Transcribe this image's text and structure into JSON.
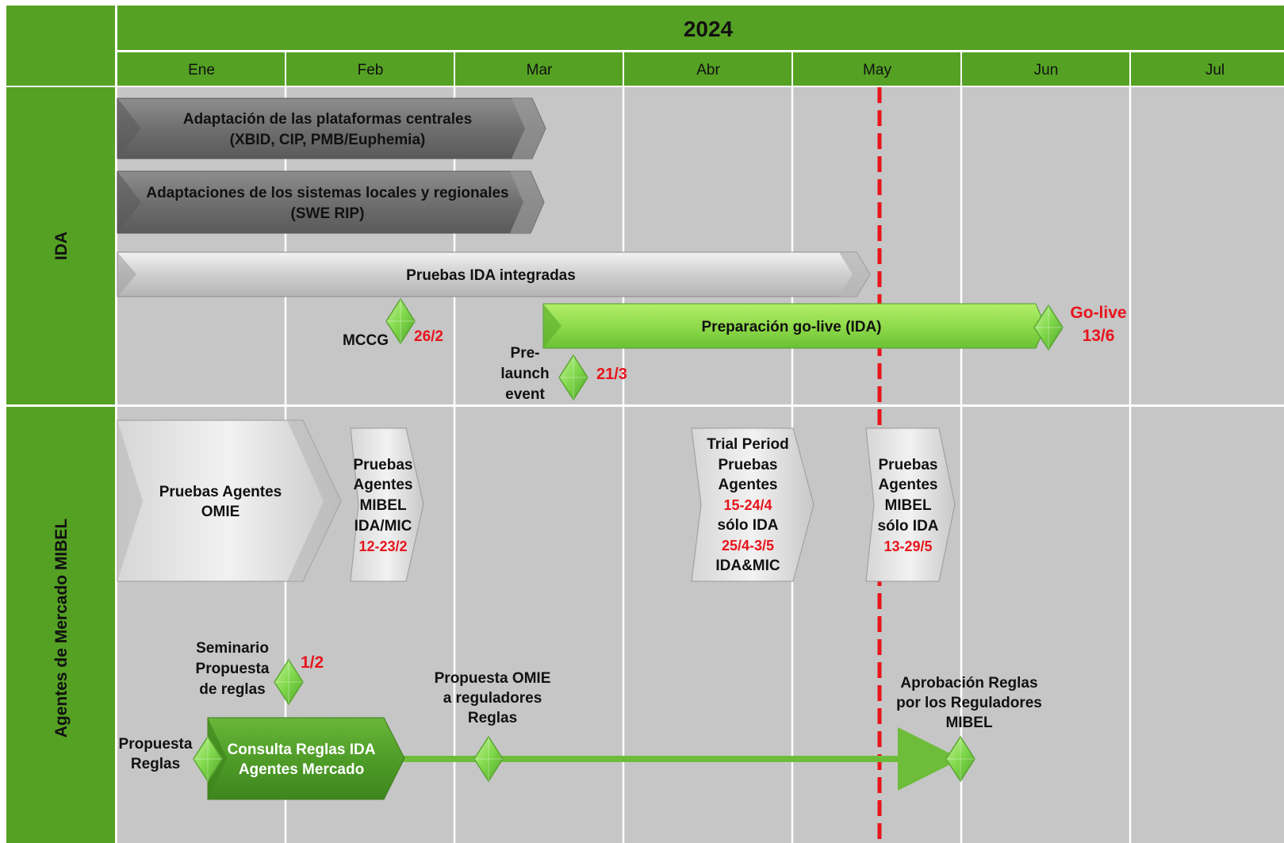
{
  "colors": {
    "header_green": "#55a124",
    "panel_bg": "#c6c6c6",
    "grid_line": "#ffffff",
    "today_line": "#e8141c",
    "accent_red": "#e8141c",
    "milestone_green": "#7fd74a",
    "text_dark": "#111111"
  },
  "header": {
    "year": "2024",
    "months": [
      "Ene",
      "Feb",
      "Mar",
      "Abr",
      "May",
      "Jun",
      "Jul"
    ]
  },
  "sections": {
    "ida": "IDA",
    "mibel": "Agentes de Mercado MIBEL"
  },
  "bars": {
    "central": [
      "Adaptación de las plataformas centrales",
      "(XBID, CIP, PMB/Euphemia)"
    ],
    "local": [
      "Adaptaciones de los sistemas locales y regionales",
      "(SWE RIP)"
    ],
    "integradas": "Pruebas IDA integradas",
    "golive_prep": "Preparación go-live (IDA)",
    "consulta": [
      "Consulta Reglas IDA",
      "Agentes Mercado"
    ]
  },
  "chevrons": {
    "omie": [
      "Pruebas Agentes",
      "OMIE"
    ],
    "mibel1": {
      "lines": [
        "Pruebas",
        "Agentes",
        "MIBEL",
        "IDA/MIC"
      ],
      "date": "12-23/2"
    },
    "trial": {
      "l1": "Trial Period",
      "l2": "Pruebas",
      "l3": "Agentes",
      "d1": "15-24/4",
      "l5": "sólo IDA",
      "d2": "25/4-3/5",
      "l7": "IDA&MIC"
    },
    "mibel2": {
      "lines": [
        "Pruebas",
        "Agentes",
        "MIBEL",
        "sólo IDA"
      ],
      "date": "13-29/5"
    }
  },
  "milestones": {
    "mccg": {
      "label": "MCCG",
      "date": "26/2"
    },
    "prelaunch": {
      "label": [
        "Pre-",
        "launch",
        "event"
      ],
      "date": "21/3"
    },
    "golive": {
      "label": "Go-live",
      "date": "13/6"
    },
    "seminario": {
      "label": [
        "Seminario",
        "Propuesta",
        "de reglas"
      ],
      "date": "1/2"
    },
    "propuesta": {
      "label": [
        "Propuesta",
        "Reglas"
      ]
    },
    "omie_reg": {
      "label": [
        "Propuesta OMIE",
        "a reguladores",
        "Reglas"
      ]
    },
    "aprobacion": {
      "label": [
        "Aprobación Reglas",
        "por los Reguladores",
        "MIBEL"
      ]
    }
  }
}
